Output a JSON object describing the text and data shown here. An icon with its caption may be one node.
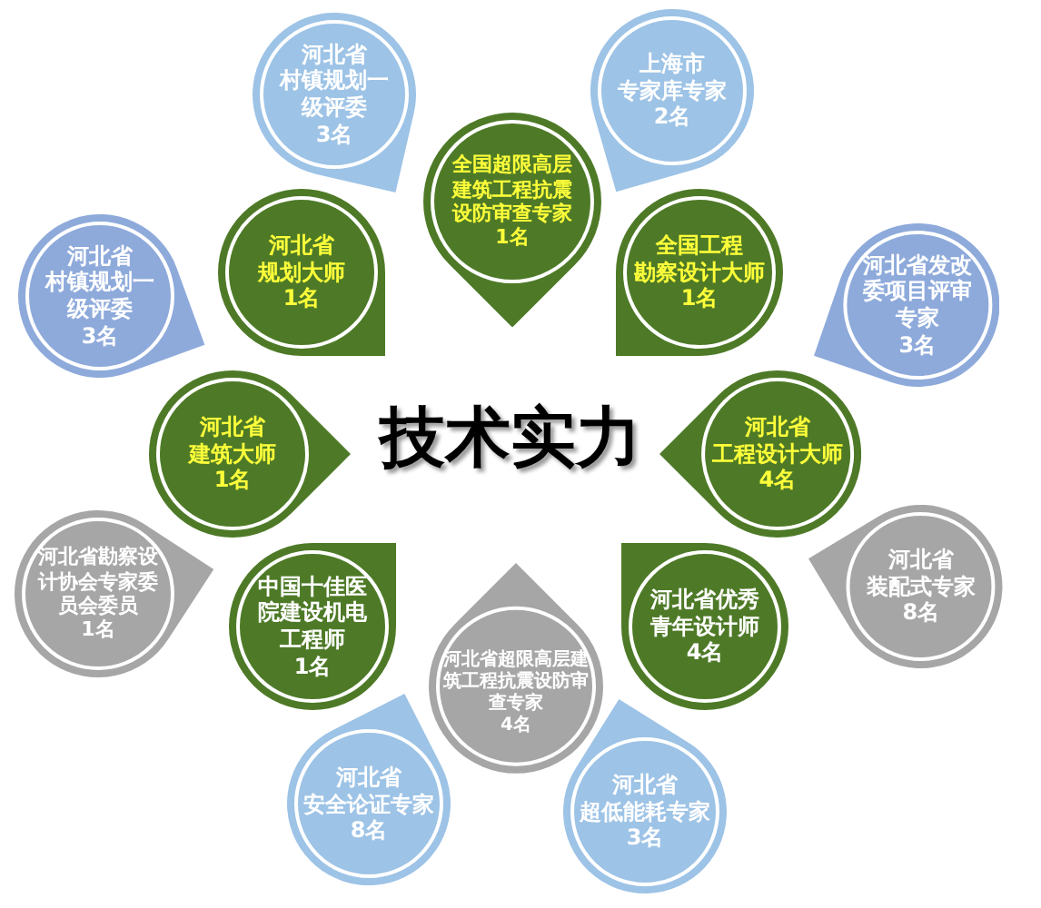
{
  "diagram": {
    "title": "技术实力",
    "nodes": [
      {
        "text": [
          "河北省村镇规划一级评委",
          "3名"
        ]
      },
      {
        "text": [
          "上海市专家库专家",
          "2名"
        ]
      },
      {
        "text": [
          "全国超限高层建筑工程抗震设防审查专家",
          "1名"
        ]
      },
      {
        "text": [
          "河北省规划大师",
          "1名"
        ]
      },
      {
        "text": [
          "全国工程勘察设计大师",
          "1名"
        ]
      },
      {
        "text": [
          "河北省村镇规划一级评委",
          "3名"
        ]
      },
      {
        "text": [
          "河北省发改委项目评审专家",
          "3名"
        ]
      },
      {
        "text": [
          "河北省建筑大师",
          "1名"
        ]
      },
      {
        "text": [
          "河北省工程设计大师",
          "4名"
        ]
      },
      {
        "text": [
          "河北省勘察设计协会专家委员会委员",
          "1名"
        ]
      },
      {
        "text": [
          "河北省装配式专家",
          "8名"
        ]
      },
      {
        "text": [
          "中国十佳医院建设机电工程师",
          "1名"
        ]
      },
      {
        "text": [
          "河北省优秀青年设计师",
          "4名"
        ]
      },
      {
        "text": [
          "河北省超限高层建筑工程抗震设防审查专家",
          "4名"
        ]
      },
      {
        "text": [
          "河北省安全论证专家",
          "8名"
        ]
      },
      {
        "text": [
          "河北省超低能耗专家",
          "3名"
        ]
      }
    ]
  }
}
